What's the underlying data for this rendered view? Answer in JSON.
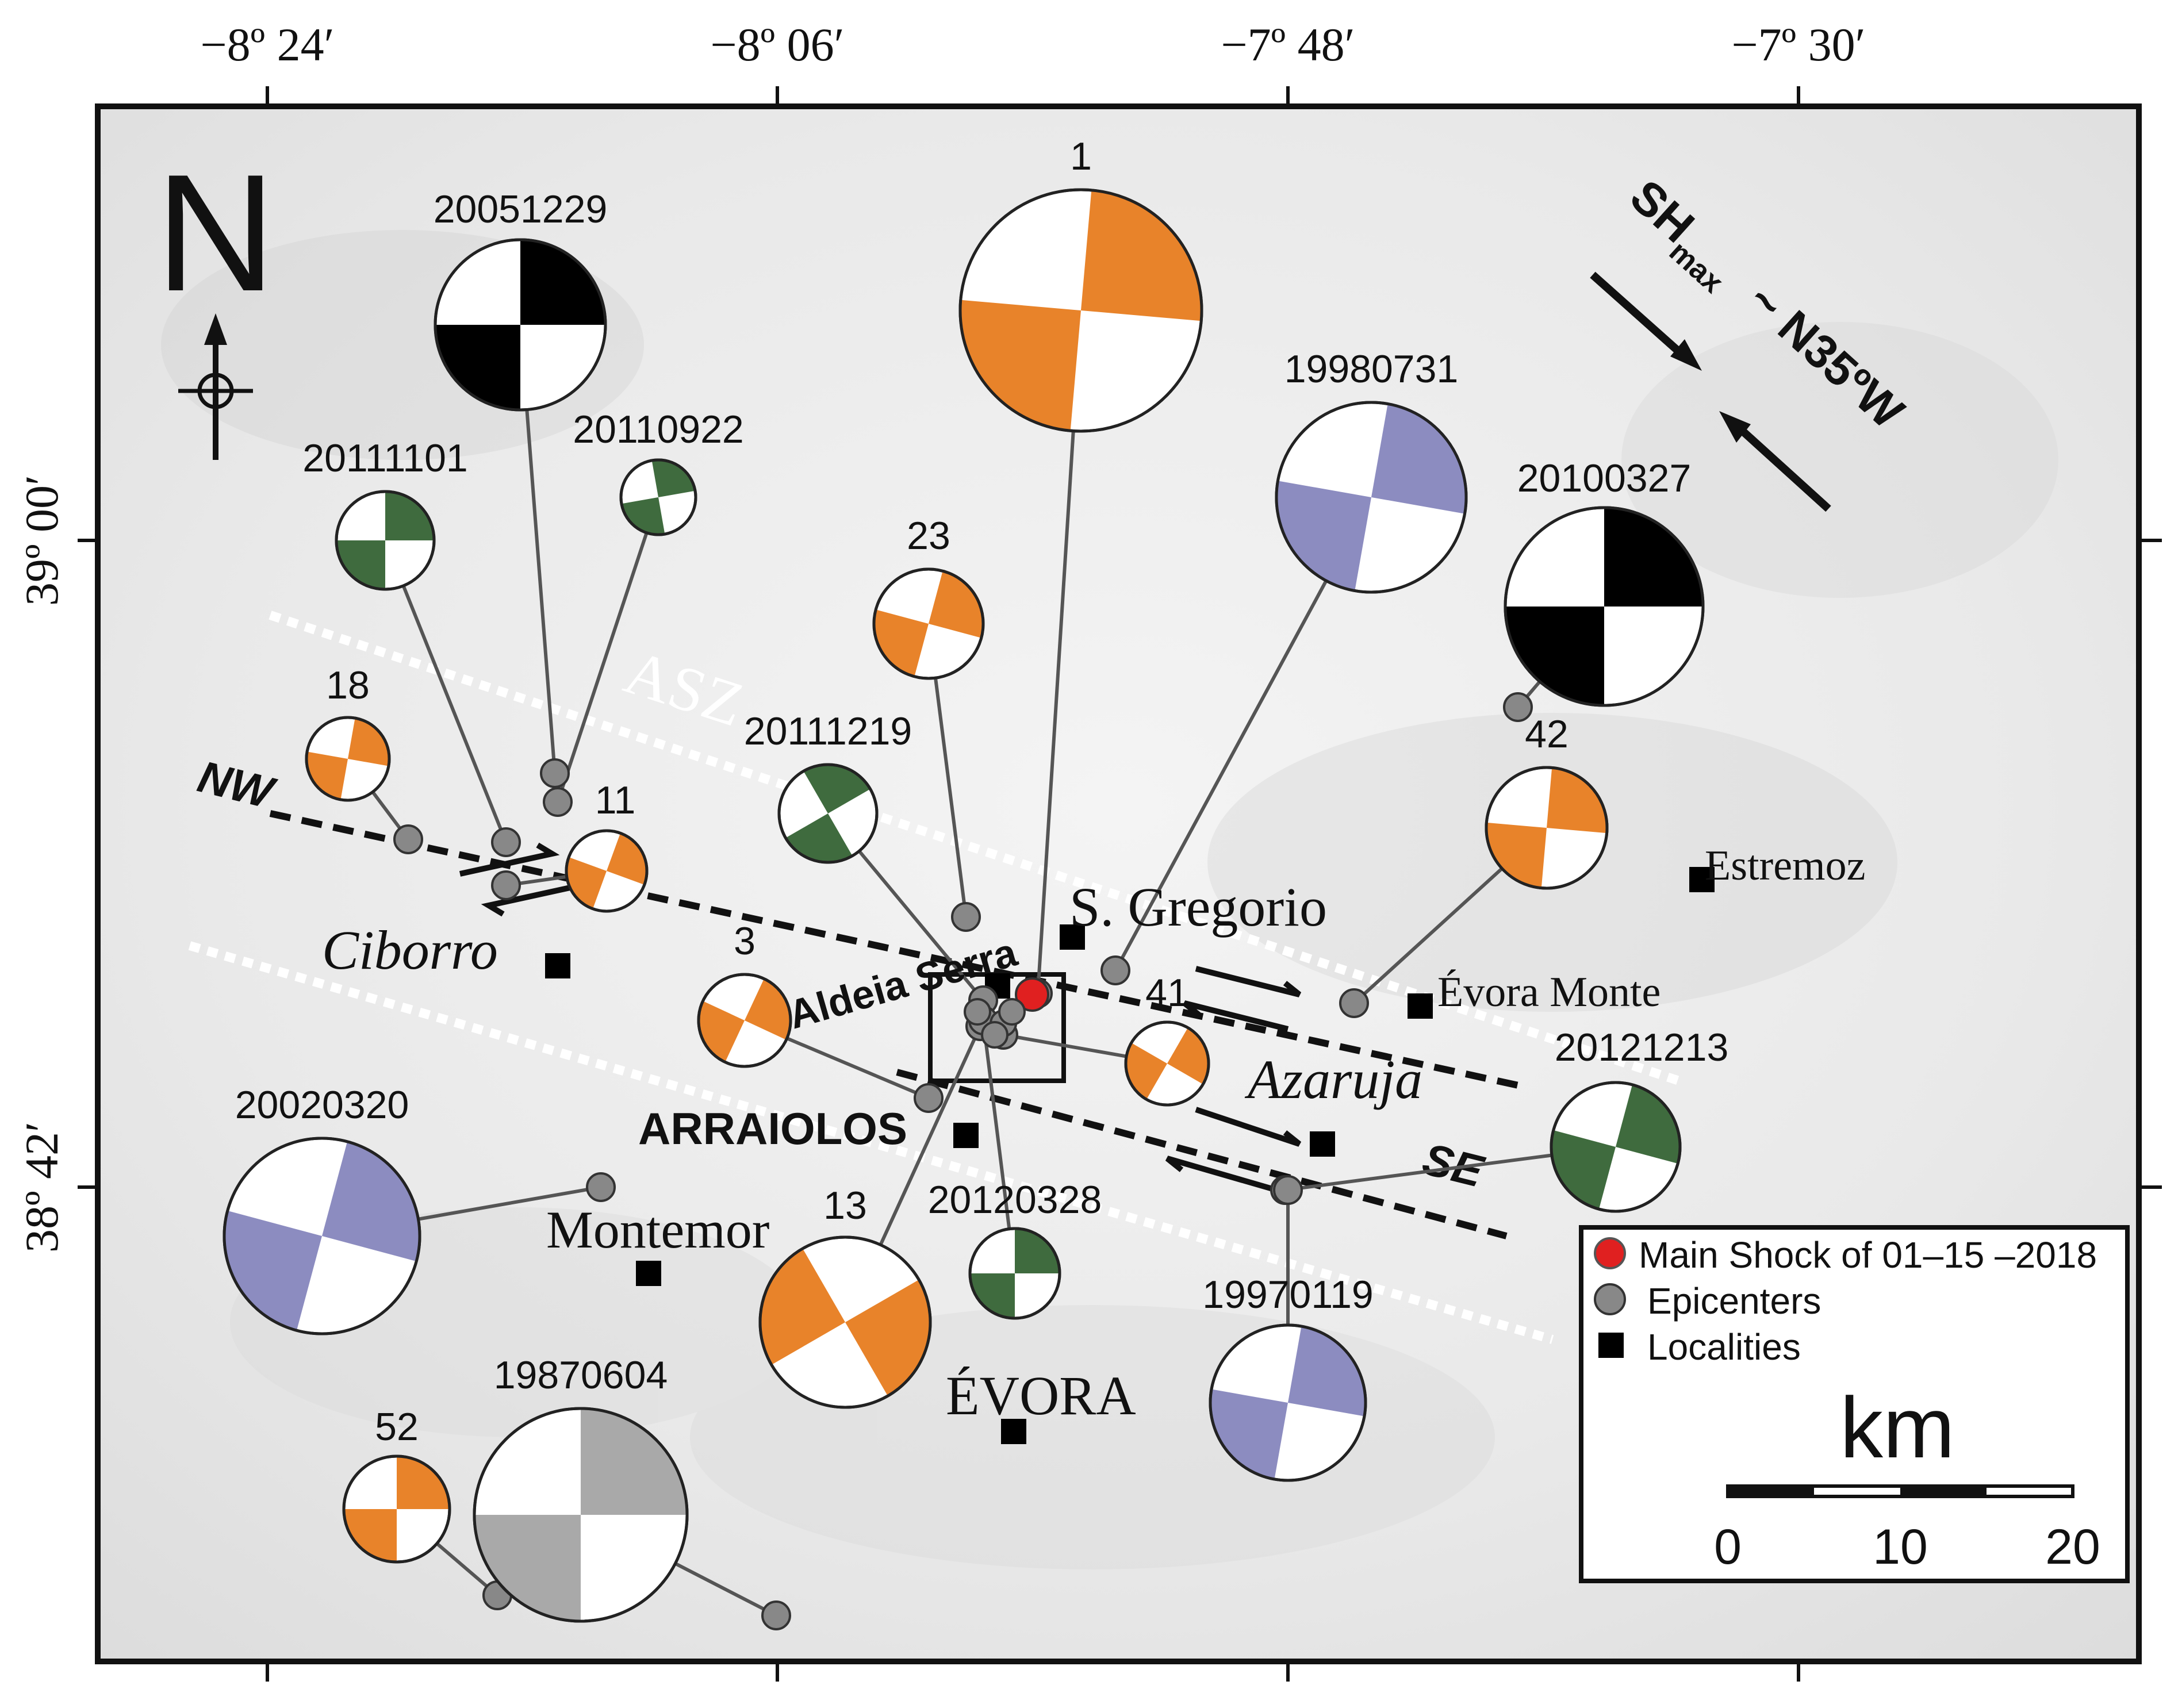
{
  "map": {
    "north_label": "N",
    "lon_ticks": [
      "−8º 24′",
      "−8º 06′",
      "−7º 48′",
      "−7º 30′"
    ],
    "lat_ticks": [
      "39º 00′",
      "38º 42′"
    ],
    "stress": {
      "label": "SH",
      "sub": "max",
      "direction": "~ N35ºW"
    },
    "zone_label": "ASZ",
    "fault_ends": {
      "nw": "NW",
      "se": "SE"
    },
    "localities": [
      {
        "name": "Ciborro",
        "style": "italic-serif"
      },
      {
        "name": "S. Gregorio",
        "style": "serif"
      },
      {
        "name": "Estremoz",
        "style": "serif-small"
      },
      {
        "name": "Évora Monte",
        "style": "serif-small"
      },
      {
        "name": "Azaruja",
        "style": "italic-serif"
      },
      {
        "name": "ARRAIOLOS",
        "style": "bold-sans"
      },
      {
        "name": "Montemor",
        "style": "serif"
      },
      {
        "name": "ÉVORA",
        "style": "serif"
      },
      {
        "name": "Aldeia Serra",
        "style": "bold-sans-rotated"
      }
    ],
    "mechanisms": [
      {
        "label": "1",
        "color": "#e8832a"
      },
      {
        "label": "20051229",
        "color": "#000000"
      },
      {
        "label": "20110922",
        "color": "#3f6b3e"
      },
      {
        "label": "20111101",
        "color": "#3f6b3e"
      },
      {
        "label": "19980731",
        "color": "#8c8cc0"
      },
      {
        "label": "20100327",
        "color": "#000000"
      },
      {
        "label": "23",
        "color": "#e8832a"
      },
      {
        "label": "18",
        "color": "#e8832a"
      },
      {
        "label": "11",
        "color": "#e8832a"
      },
      {
        "label": "20111219",
        "color": "#3f6b3e"
      },
      {
        "label": "42",
        "color": "#e8832a"
      },
      {
        "label": "3",
        "color": "#e8832a"
      },
      {
        "label": "41",
        "color": "#e8832a"
      },
      {
        "label": "20121213",
        "color": "#3f6b3e"
      },
      {
        "label": "20020320",
        "color": "#8c8cc0"
      },
      {
        "label": "13",
        "color": "#e8832a"
      },
      {
        "label": "20120328",
        "color": "#3f6b3e"
      },
      {
        "label": "19970119",
        "color": "#8c8cc0"
      },
      {
        "label": "19870604",
        "color": "#a9a9a9"
      },
      {
        "label": "52",
        "color": "#e8832a"
      }
    ]
  },
  "legend": {
    "items": [
      {
        "label": "Main Shock of 01–15 –2018",
        "color": "#e02020",
        "symbol": "circle"
      },
      {
        "label": "Epicenters",
        "color": "#888888",
        "symbol": "circle"
      },
      {
        "label": "Localities",
        "color": "#000000",
        "symbol": "square"
      }
    ],
    "scale_unit": "km",
    "scale_ticks": [
      "0",
      "10",
      "20"
    ]
  }
}
